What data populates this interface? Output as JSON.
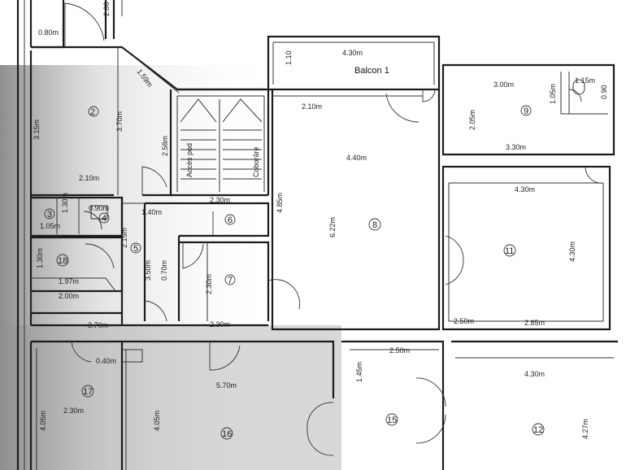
{
  "balcony_label": "Balcon 1",
  "rooms": [
    {
      "number": "2"
    },
    {
      "number": "3"
    },
    {
      "number": "4"
    },
    {
      "number": "5"
    },
    {
      "number": "6"
    },
    {
      "number": "7"
    },
    {
      "number": "8"
    },
    {
      "number": "9"
    },
    {
      "number": "11"
    },
    {
      "number": "12"
    },
    {
      "number": "15"
    },
    {
      "number": "16"
    },
    {
      "number": "17"
    },
    {
      "number": "18"
    }
  ],
  "stairs": {
    "up_label": "Accès pod",
    "down_label": "Coborâre"
  },
  "dimensions": [
    "2.06",
    "0.80m",
    "1.59m",
    "3.15m",
    "3.70m",
    "2.58m",
    "2.10m",
    "1.30m",
    "0.90m",
    "1.05m",
    "1.40m",
    "2.15m",
    "1.30m",
    "1.97m",
    "2.00m",
    "3.50m",
    "0.70m",
    "2.30m",
    "2.30m",
    "2.30m",
    "3.70m",
    "0.40m",
    "5.70m",
    "2.30m",
    "4.05m",
    "4.05m",
    "1.10",
    "4.30m",
    "2.10m",
    "4.40m",
    "4.85m",
    "6.22m",
    "3.00m",
    "1.15m",
    "1.05m",
    "0.90",
    "2.05m",
    "3.30m",
    "4.30m",
    "4.30m",
    "2.50m",
    "2.85m",
    "2.50m",
    "1.45m",
    "4.30m",
    "4.27m"
  ]
}
